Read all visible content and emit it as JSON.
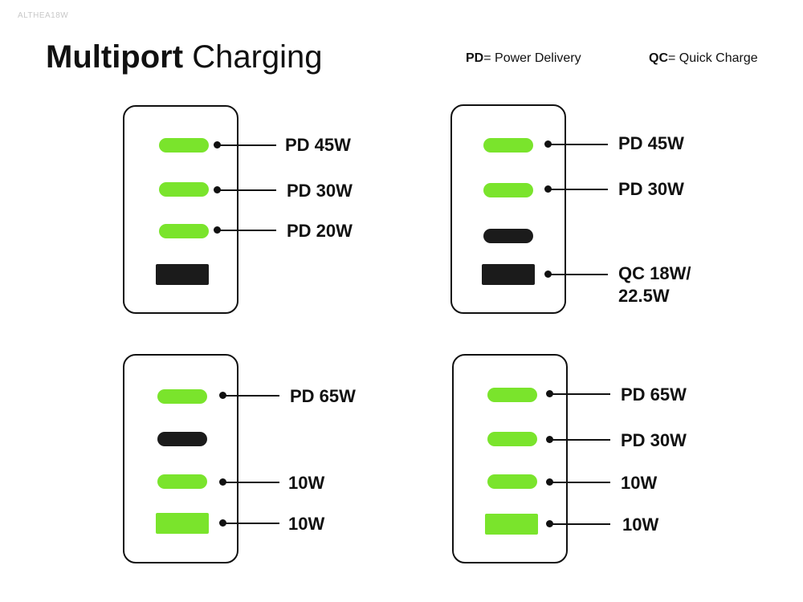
{
  "watermark": "ALTHEA18W",
  "title": {
    "bold": "Multiport",
    "regular": "Charging"
  },
  "legend": {
    "pd": {
      "abbr": "PD",
      "text": "= Power Delivery"
    },
    "qc": {
      "abbr": "QC",
      "text": "= Quick Charge"
    }
  },
  "colors": {
    "active_port": "#7ae42c",
    "inactive_port": "#1b1b1b",
    "outline": "#111111"
  },
  "chargers": [
    {
      "ports": [
        {
          "type": "usb-c",
          "active": true,
          "label": "PD 45W"
        },
        {
          "type": "usb-c",
          "active": true,
          "label": "PD 30W"
        },
        {
          "type": "usb-c",
          "active": true,
          "label": "PD 20W"
        },
        {
          "type": "usb-a",
          "active": false,
          "label": ""
        }
      ]
    },
    {
      "ports": [
        {
          "type": "usb-c",
          "active": true,
          "label": "PD 45W"
        },
        {
          "type": "usb-c",
          "active": true,
          "label": "PD 30W"
        },
        {
          "type": "usb-c",
          "active": false,
          "label": ""
        },
        {
          "type": "usb-a",
          "active": false,
          "label_line1": "QC 18W/",
          "label_line2": "22.5W"
        }
      ]
    },
    {
      "ports": [
        {
          "type": "usb-c",
          "active": true,
          "label": "PD 65W"
        },
        {
          "type": "usb-c",
          "active": false,
          "label": ""
        },
        {
          "type": "usb-c",
          "active": true,
          "label": "10W"
        },
        {
          "type": "usb-a",
          "active": true,
          "label": "10W"
        }
      ]
    },
    {
      "ports": [
        {
          "type": "usb-c",
          "active": true,
          "label": "PD 65W"
        },
        {
          "type": "usb-c",
          "active": true,
          "label": "PD 30W"
        },
        {
          "type": "usb-c",
          "active": true,
          "label": "10W"
        },
        {
          "type": "usb-a",
          "active": true,
          "label": "10W"
        }
      ]
    }
  ]
}
